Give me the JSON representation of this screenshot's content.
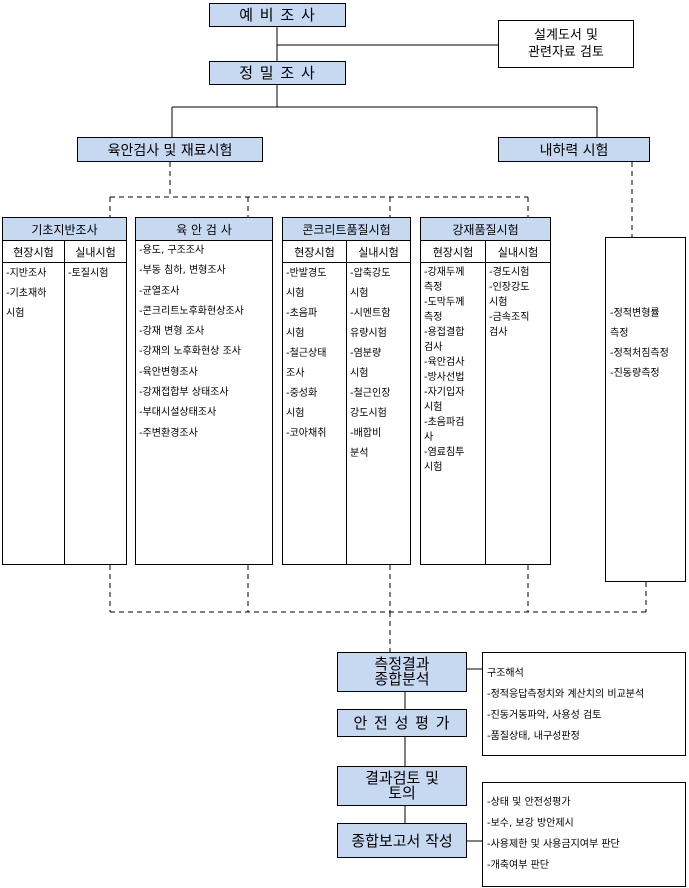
{
  "top": {
    "prelim": "예 비 조 사",
    "design_docs": "설계도서 및\n관련자료 검토",
    "detailed": "정 밀 조 사"
  },
  "branches": {
    "visual_material": "육안검사 및 재료시험",
    "load_capacity": "내하력 시험"
  },
  "columns": {
    "foundation": {
      "title": "기초지반조사",
      "field_label": "현장시험",
      "lab_label": "실내시험",
      "field": [
        "-지반조사",
        "-기초재하",
        "시험"
      ],
      "lab": [
        "-토질시험"
      ]
    },
    "visual": {
      "title": "육 안 검 사",
      "items": [
        "-용도, 구조조사",
        "-부동 침하, 변형조사",
        "-균열조사",
        "-콘크리트노후화현상조사",
        "-강재 변형 조사",
        "-강재의 노후화현상 조사",
        "-육안변형조사",
        "-강재접합부 상태조사",
        "-부대시설상태조사",
        "-주변환경조사"
      ]
    },
    "concrete": {
      "title": "콘크리트품질시험",
      "field_label": "현장시험",
      "lab_label": "실내시험",
      "field": [
        "-반발경도",
        "시험",
        "-초음파",
        "시험",
        "-철근상태",
        "조사",
        "-중성화",
        "시험",
        "-코아채취"
      ],
      "lab": [
        "-압축강도",
        "시험",
        "-시멘트함",
        "유량시험",
        "-염분량",
        "시험",
        "-철근인장",
        "강도시험",
        "-배합비",
        "분석"
      ]
    },
    "steel": {
      "title": "강재품질시험",
      "field_label": "현장시험",
      "lab_label": "실내시험",
      "field": [
        "-강재두께",
        "측정",
        "-도막두께",
        "측정",
        "-용접결합",
        "검사",
        "-육안검사",
        "-방사선법",
        "-자기입자",
        "시험",
        "-초음파검",
        "사",
        "-염료침투",
        "시험"
      ],
      "lab": [
        "-경도시험",
        "-인장강도",
        "시험",
        "-금속조직",
        "검사"
      ]
    },
    "load": {
      "items": [
        "-정적변형률",
        "측정",
        "-정적처짐측정",
        "-진동량측정"
      ]
    }
  },
  "bottom": {
    "analysis": "측정결과\n종합분석",
    "safety": "안 전 성 평 가",
    "review": "결과검토 및\n토의",
    "report": "종합보고서 작성"
  },
  "analysis_notes": [
    "구조해석",
    "-정적응답측정치와 계산치의 비교분석",
    "-진동거동파악, 사용성 검토",
    "-품질상태, 내구성판정"
  ],
  "report_notes": [
    "-상태 및 안전성평가",
    "-보수, 보강 방안제시",
    "-사용제한 및 사용금지여부 판단",
    "-개축여부 판단"
  ]
}
